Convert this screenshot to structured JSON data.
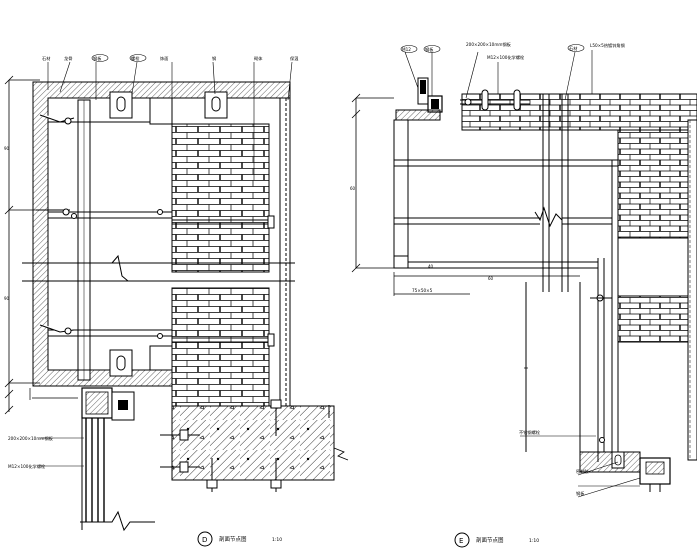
{
  "detail_d": {
    "marker": "D",
    "title": "剖面节点图",
    "scale": "1:10",
    "callouts": [
      "石材",
      "龙骨",
      "钢板",
      "螺栓",
      "饰面",
      "钢",
      "砌体",
      "保温"
    ],
    "left_notes": [
      "200×200×10mm钢板",
      "M12×100化学螺栓"
    ]
  },
  "detail_e": {
    "marker": "E",
    "title": "剖面节点图",
    "scale": "1:10",
    "callouts": [
      "M12",
      "钢板",
      "200×200×10mm钢板",
      "M12×100化学螺栓",
      "石材",
      "L50×5热镀锌角钢"
    ],
    "side_notes": [
      "不锈钢螺栓",
      "密封胶",
      "钢板"
    ],
    "dim_note": "75×50×5"
  },
  "colors": {
    "line": "#000000",
    "paper": "#ffffff"
  }
}
